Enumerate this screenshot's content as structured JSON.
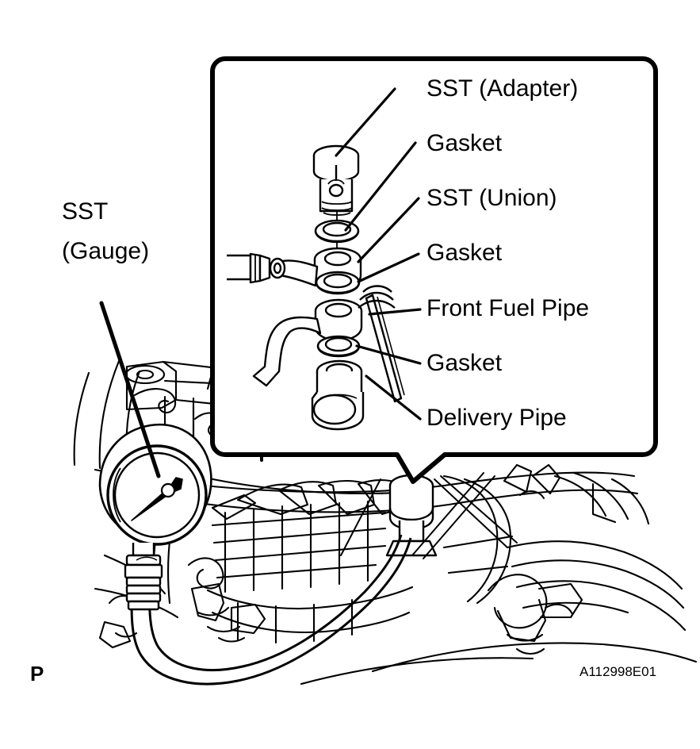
{
  "figure": {
    "kind": "automotive-service-illustration",
    "drawing_code": "A112998E01",
    "page_marker": "P",
    "line_color": "#000000",
    "background_color": "#ffffff"
  },
  "external_labels": {
    "sst_gauge": {
      "line1": "SST",
      "line2": "(Gauge)"
    }
  },
  "callout": {
    "shape": "rounded-rectangle-with-pointer",
    "labels": [
      {
        "text": "SST (Adapter)",
        "part": "sst-adapter"
      },
      {
        "text": "Gasket",
        "part": "gasket-upper"
      },
      {
        "text": "SST (Union)",
        "part": "sst-union"
      },
      {
        "text": "Gasket",
        "part": "gasket-mid"
      },
      {
        "text": "Front Fuel Pipe",
        "part": "front-fuel-pipe"
      },
      {
        "text": "Gasket",
        "part": "gasket-lower"
      },
      {
        "text": "Delivery Pipe",
        "part": "delivery-pipe"
      }
    ]
  },
  "scene": {
    "items": [
      {
        "name": "pressure-gauge"
      },
      {
        "name": "gauge-hose"
      },
      {
        "name": "engine-background"
      },
      {
        "name": "banjo-bolt-stack"
      }
    ]
  }
}
